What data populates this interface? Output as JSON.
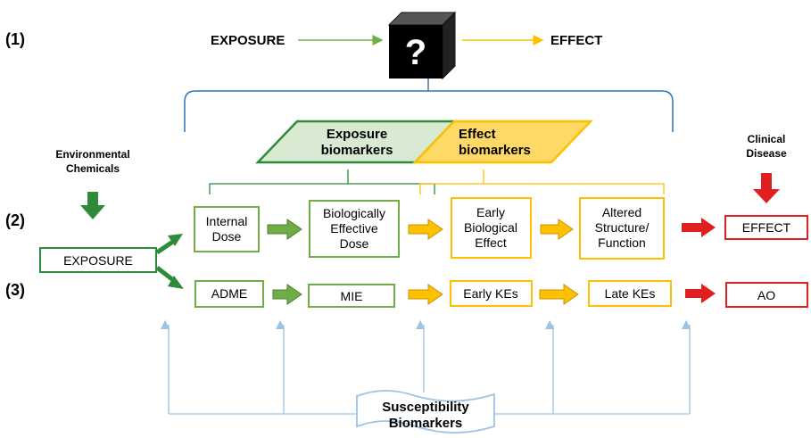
{
  "rows": {
    "row1": "(1)",
    "row2": "(2)",
    "row3": "(3)"
  },
  "top_flow": {
    "exposure": "EXPOSURE",
    "black_box": "?",
    "effect": "EFFECT"
  },
  "biomarkers": {
    "exposure_line1": "Exposure",
    "exposure_line2": "biomarkers",
    "effect_line1": "Effect",
    "effect_line2": "biomarkers",
    "susceptibility_line1": "Susceptibility",
    "susceptibility_line2": "Biomarkers"
  },
  "side_labels": {
    "env_line1": "Environmental",
    "env_line2": "Chemicals",
    "clinical_line1": "Clinical",
    "clinical_line2": "Disease",
    "exposure_box": "EXPOSURE"
  },
  "row2_boxes": {
    "internal_dose_l1": "Internal",
    "internal_dose_l2": "Dose",
    "bed_l1": "Biologically",
    "bed_l2": "Effective",
    "bed_l3": "Dose",
    "ebe_l1": "Early",
    "ebe_l2": "Biological",
    "ebe_l3": "Effect",
    "asf_l1": "Altered",
    "asf_l2": "Structure/",
    "asf_l3": "Function",
    "effect": "EFFECT"
  },
  "row3_boxes": {
    "adme": "ADME",
    "mie": "MIE",
    "early_kes": "Early KEs",
    "late_kes": "Late KEs",
    "ao": "AO"
  },
  "colors": {
    "green": "#2e8b3a",
    "light_green": "#70ad47",
    "amber": "#ffc000",
    "red": "#e02020",
    "blue": "#2e75b6",
    "light_blue": "#9dc3e6",
    "exposure_fill": "#d9ead3",
    "effect_fill": "#ffd966"
  }
}
